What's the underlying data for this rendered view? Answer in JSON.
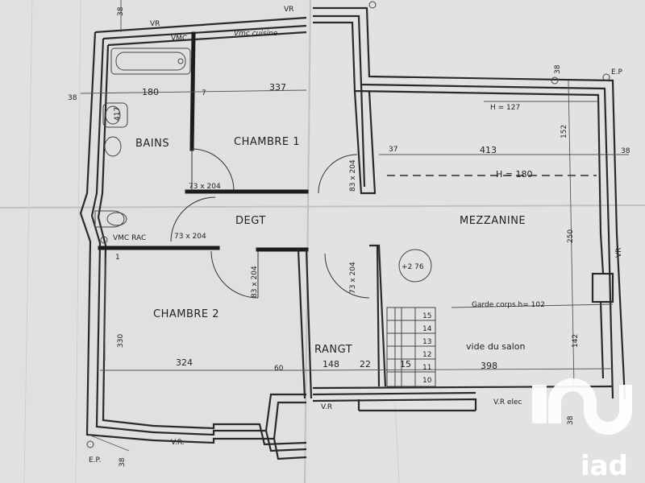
{
  "rooms": {
    "bains": "BAINS",
    "chambre1": "CHAMBRE 1",
    "chambre2": "CHAMBRE 2",
    "degt": "DEGT",
    "mezzanine": "MEZZANINE",
    "rangt": "RANGT",
    "vide_salon": "vide du salon"
  },
  "labels": {
    "vmc_cuisine": "Vmc cuisine",
    "vmc": "VMC",
    "vmc_rac": "VMC RAC",
    "vr_top": "VR",
    "vr_top2": "VR",
    "vr_bottom1": "V.R",
    "vr_bottom2": "V.R.",
    "vr_elec": "V.R elec",
    "vr_right": "VR",
    "ep_top": "E.P",
    "ep_bottom": "E.P.",
    "garde_corps": "Garde corps h= 102",
    "h127": "H = 127",
    "h180": "H = 180",
    "level": "+2 76",
    "lavabo_num": "417"
  },
  "doors": {
    "d1": "73 x 204",
    "d2": "73 x 204",
    "d3": "83 x 204",
    "d4": "83 x 204",
    "d5": "73 x 204"
  },
  "dimensions": {
    "d38_tl": "38",
    "d38_l": "38",
    "d180": "180",
    "d337": "337",
    "d7": "7",
    "d37": "37",
    "d413": "413",
    "d38_r": "38",
    "d38_tr": "38",
    "d152": "152",
    "d250": "250",
    "d142": "142",
    "d330": "330",
    "d324": "324",
    "d60": "60",
    "d148": "148",
    "d22": "22",
    "d15": "15",
    "d398": "398",
    "d38_b": "38",
    "d38_br": "38",
    "d1_l": "1"
  },
  "stairs": [
    "15",
    "14",
    "13",
    "12",
    "11",
    "10"
  ],
  "logo": "iad"
}
